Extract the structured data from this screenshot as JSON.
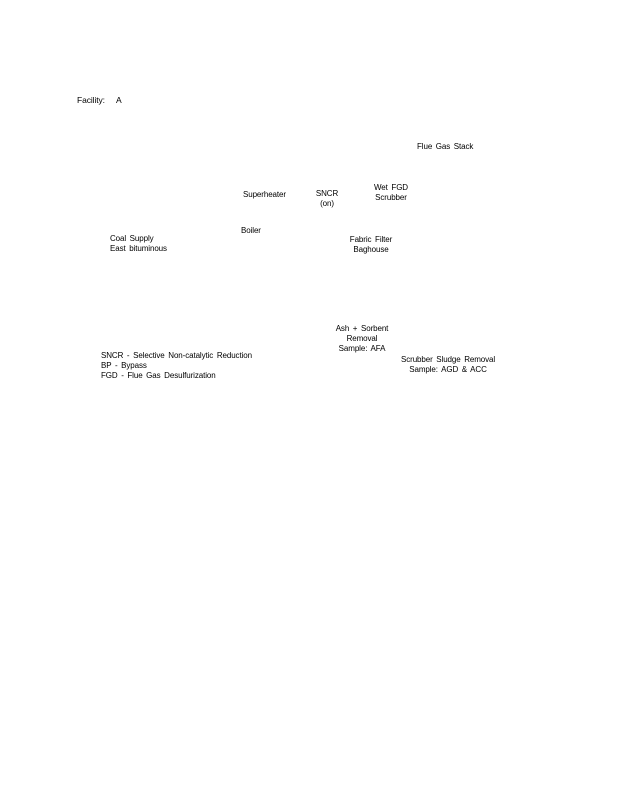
{
  "header": {
    "facility_label": "Facility:",
    "facility_value": "A"
  },
  "diagram": {
    "flue_gas_stack": "Flue Gas Stack",
    "superheater": "Superheater",
    "sncr": [
      "SNCR",
      "(on)"
    ],
    "wet_fgd_scrubber": [
      "Wet FGD",
      "Scrubber"
    ],
    "boiler": "Boiler",
    "coal_supply": [
      "Coal Supply",
      "East bituminous"
    ],
    "fabric_filter_baghouse": [
      "Fabric Filter",
      "Baghouse"
    ],
    "ash_sorbent_removal": [
      "Ash + Sorbent",
      "Removal",
      "Sample: AFA"
    ],
    "scrubber_sludge_removal": [
      "Scrubber Sludge Removal",
      "Sample: AGD & ACC"
    ]
  },
  "legend": {
    "items": [
      "SNCR - Selective Non-catalytic Reduction",
      "BP - Bypass",
      "FGD - Flue Gas Desulfurization"
    ]
  }
}
